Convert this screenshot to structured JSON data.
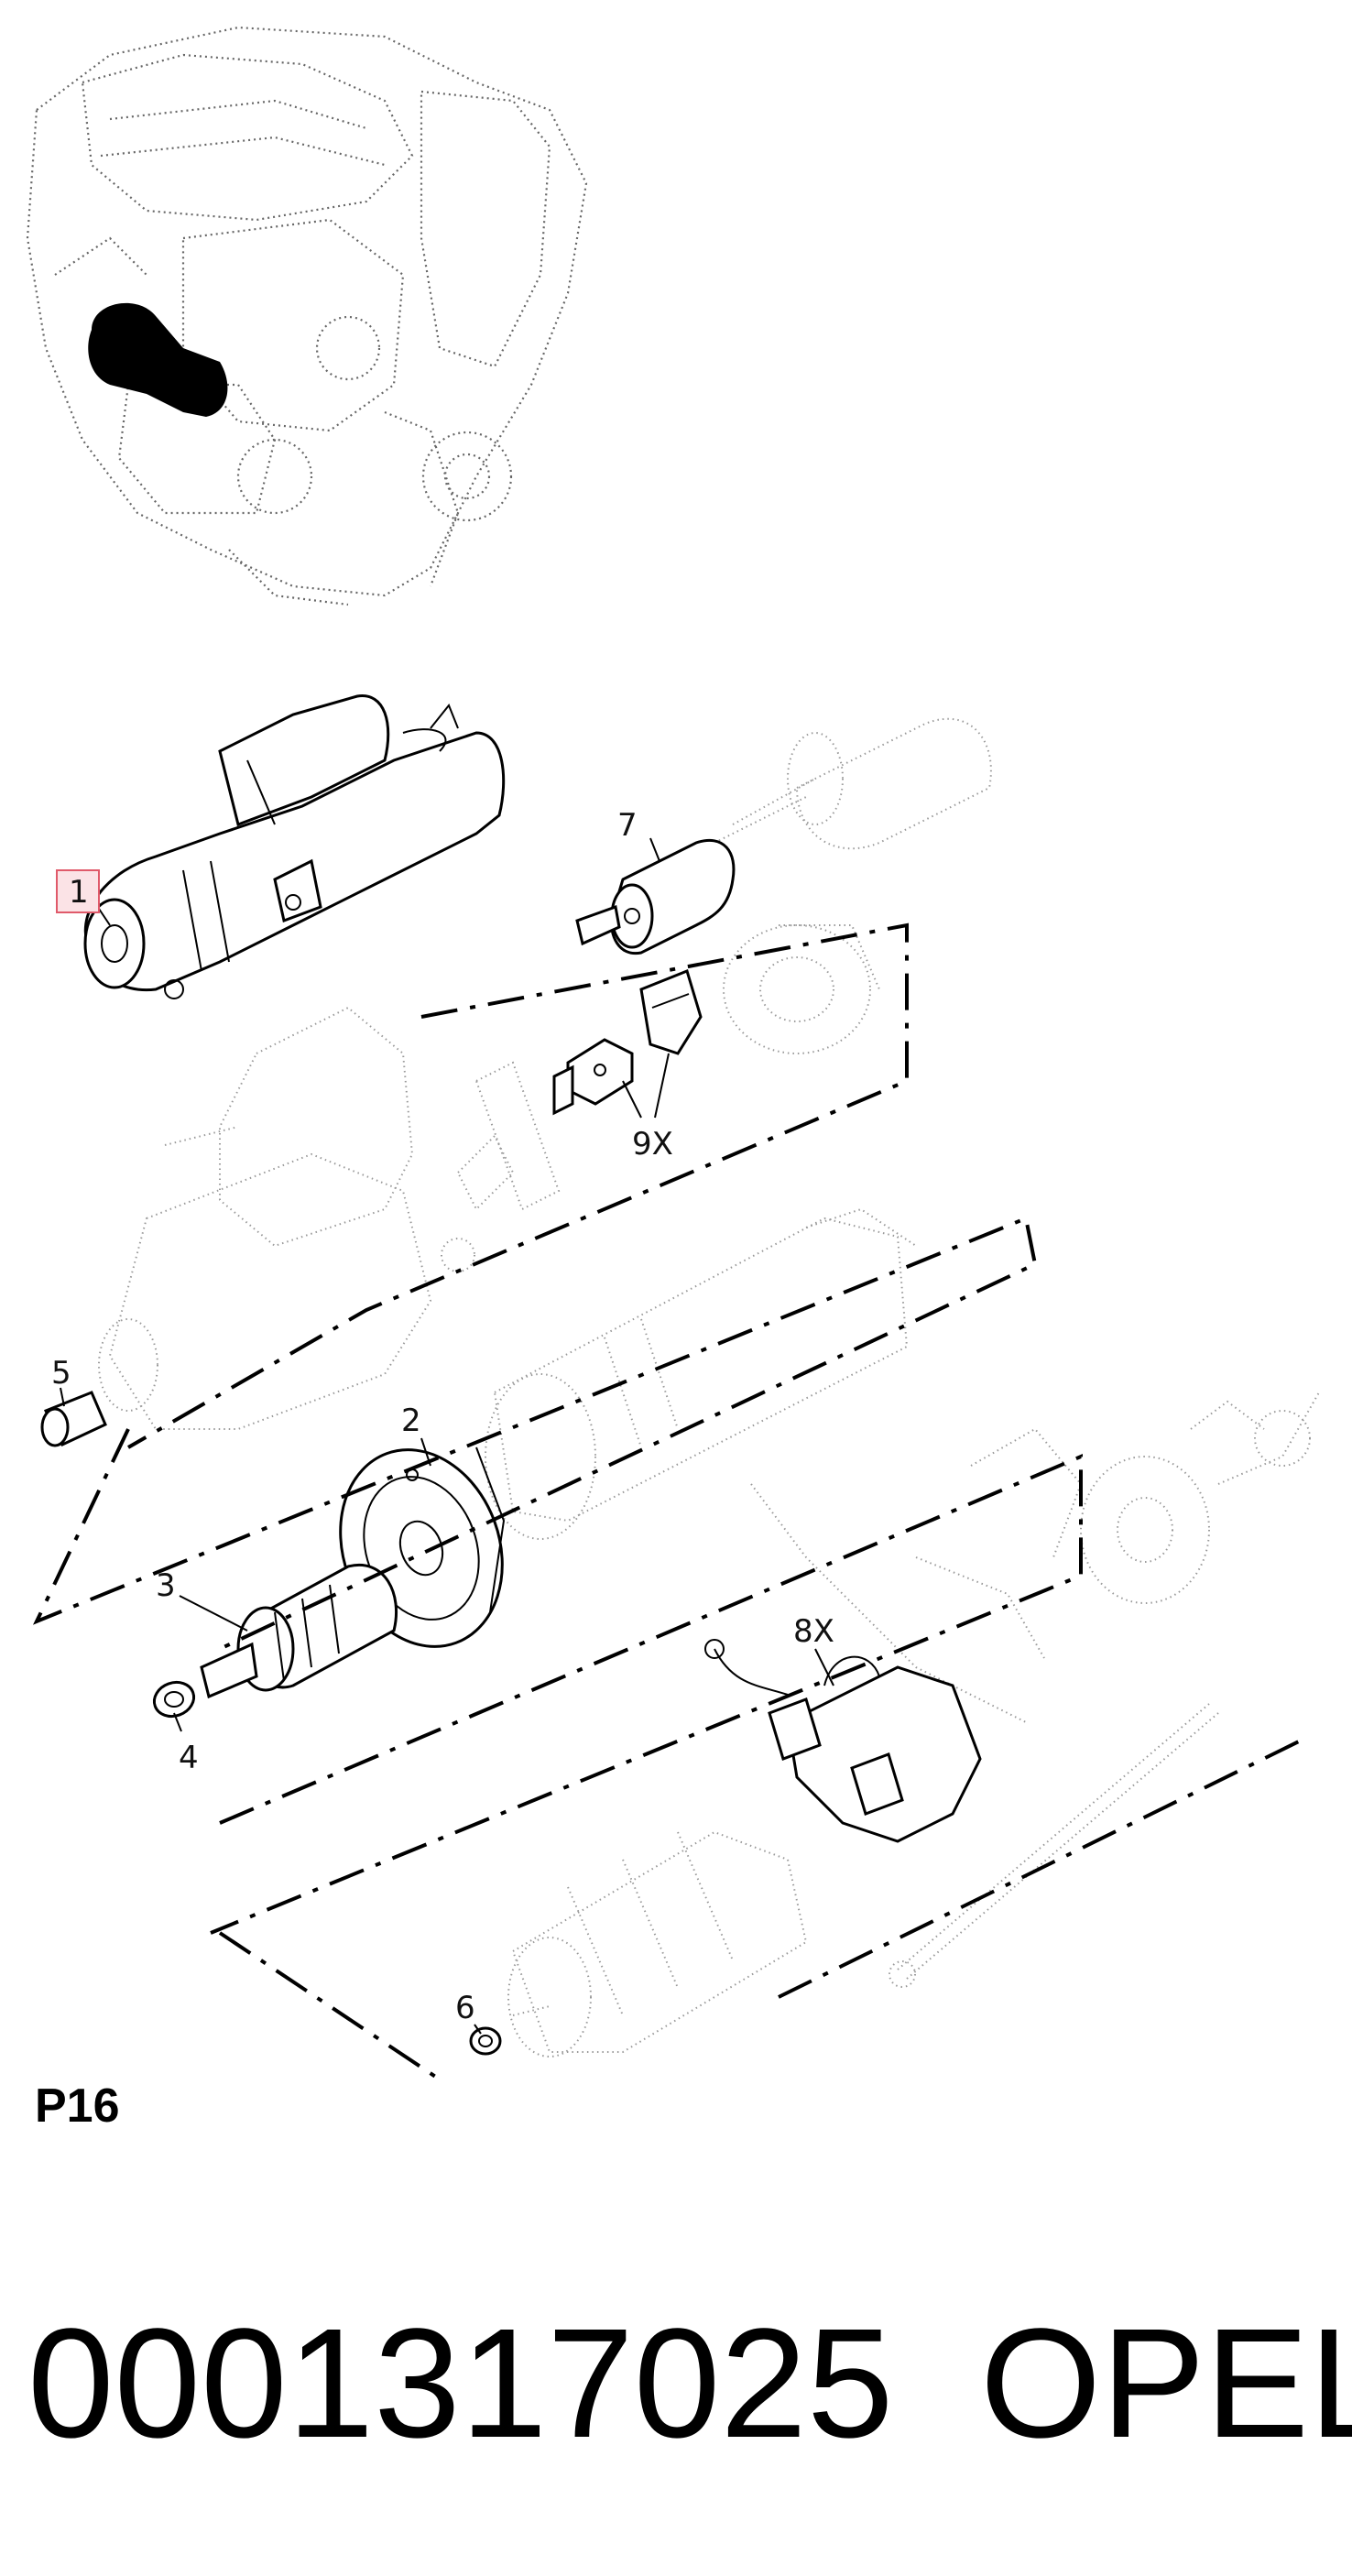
{
  "section_code": "P16",
  "callouts": {
    "c1": "1",
    "c2": "2",
    "c3": "3",
    "c4": "4",
    "c5": "5",
    "c6": "6",
    "c7": "7",
    "c8": "8X",
    "c9": "9X"
  },
  "footer": {
    "part_number": "0001317025",
    "brand": "OPEL"
  },
  "colors": {
    "highlight": "#e05a6a",
    "highlight_fill": "#fbe3e6",
    "ink": "#000000"
  }
}
